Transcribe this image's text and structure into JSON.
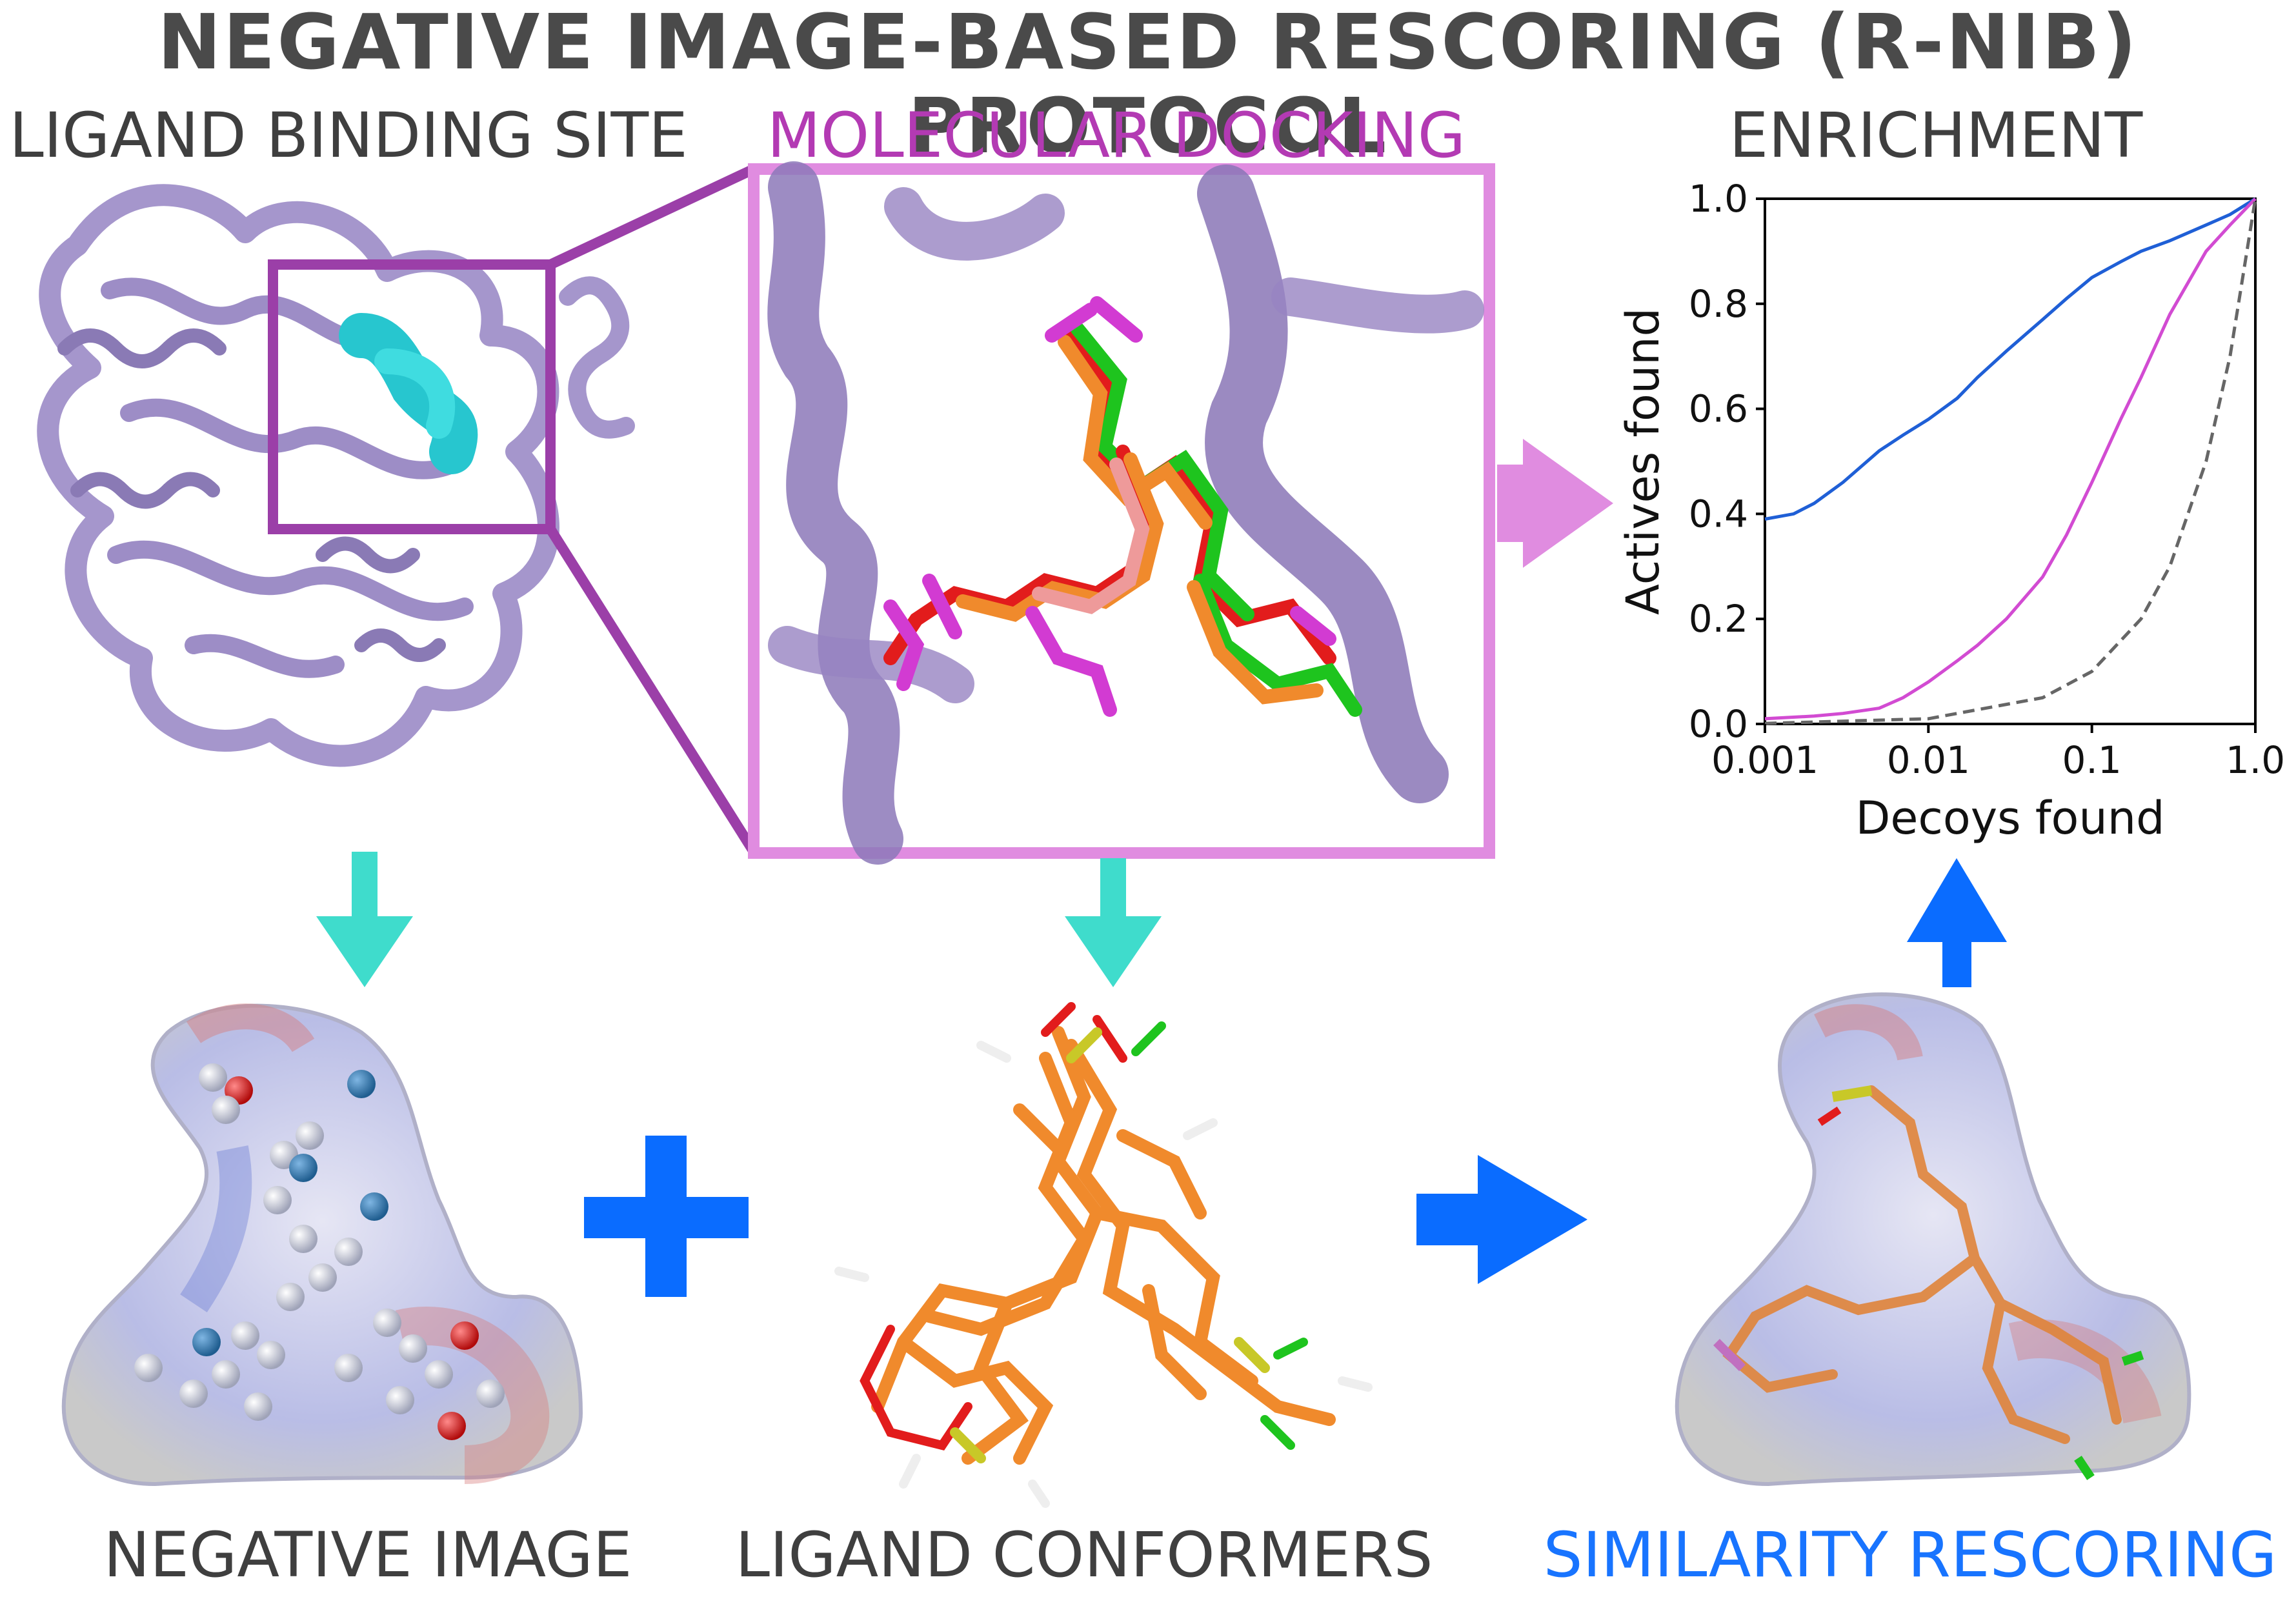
{
  "title": "NEGATIVE IMAGE-BASED RESCORING (R-NIB) PROTOCOL",
  "labels": {
    "binding_site": "LIGAND BINDING SITE",
    "docking": "MOLECULAR DOCKING",
    "enrichment": "ENRICHMENT",
    "negative_image": "NEGATIVE IMAGE",
    "conformers": "LIGAND CONFORMERS",
    "rescoring": "SIMILARITY RESCORING"
  },
  "colors": {
    "protein": "#a08fc4",
    "pocket": "#27c6cf",
    "docking_frame": "#e08ce0",
    "zoom_frame": "#9b3fa8",
    "teal_arrow": "#3fdccc",
    "blue_arrow": "#0a6cff",
    "curve_blue": "#1f5fd6",
    "curve_magenta": "#d24bd2",
    "curve_random": "#666666"
  },
  "chart_data": {
    "type": "line",
    "xlabel": "Decoys found",
    "ylabel": "Actives found",
    "xscale": "log",
    "xlim": [
      0.001,
      1.0
    ],
    "ylim": [
      0.0,
      1.0
    ],
    "xticks": [
      "0.001",
      "0.01",
      "0.1",
      "1.0"
    ],
    "yticks": [
      "0.0",
      "0.2",
      "0.4",
      "0.6",
      "0.8",
      "1.0"
    ],
    "series": [
      {
        "color": "#1f5fd6",
        "style": "solid",
        "x": [
          0.001,
          0.0015,
          0.002,
          0.003,
          0.005,
          0.007,
          0.01,
          0.015,
          0.02,
          0.03,
          0.05,
          0.07,
          0.1,
          0.15,
          0.2,
          0.3,
          0.5,
          0.7,
          1.0
        ],
        "y": [
          0.39,
          0.4,
          0.42,
          0.46,
          0.52,
          0.55,
          0.58,
          0.62,
          0.66,
          0.71,
          0.77,
          0.81,
          0.85,
          0.88,
          0.9,
          0.92,
          0.95,
          0.97,
          1.0
        ]
      },
      {
        "color": "#d24bd2",
        "style": "solid",
        "x": [
          0.001,
          0.002,
          0.003,
          0.005,
          0.007,
          0.01,
          0.015,
          0.02,
          0.03,
          0.05,
          0.07,
          0.1,
          0.15,
          0.2,
          0.3,
          0.5,
          0.7,
          1.0
        ],
        "y": [
          0.01,
          0.015,
          0.02,
          0.03,
          0.05,
          0.08,
          0.12,
          0.15,
          0.2,
          0.28,
          0.36,
          0.46,
          0.58,
          0.66,
          0.78,
          0.9,
          0.95,
          1.0
        ]
      },
      {
        "color": "#666666",
        "style": "dashed",
        "x": [
          0.001,
          0.01,
          0.05,
          0.1,
          0.2,
          0.3,
          0.5,
          0.7,
          1.0
        ],
        "y": [
          0.001,
          0.01,
          0.05,
          0.1,
          0.2,
          0.3,
          0.5,
          0.7,
          1.0
        ]
      }
    ]
  }
}
